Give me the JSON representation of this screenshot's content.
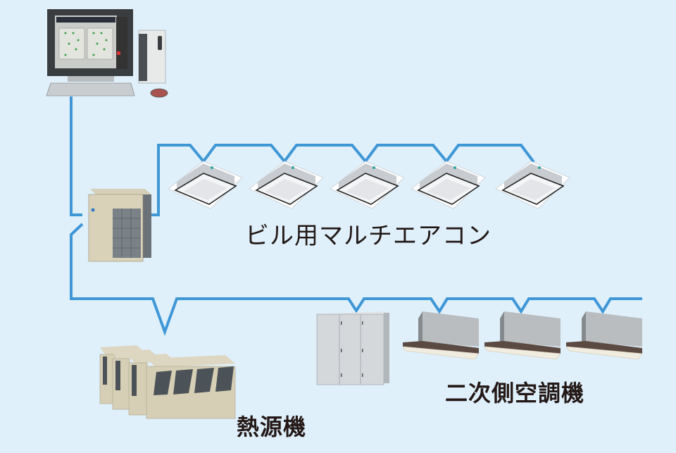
{
  "diagram": {
    "type": "building-hvac-system-diagram",
    "colors": {
      "background": "#dff0fb",
      "connection_line": "#3f97d6",
      "label_text": "#231815"
    },
    "nodes": {
      "central_controller": {
        "name": "central-monitoring-pc",
        "components": [
          "monitor",
          "pc-tower",
          "keyboard",
          "mouse"
        ]
      },
      "outdoor_unit": {
        "name": "multi-outdoor-unit"
      },
      "cassette_units": {
        "count": 5,
        "name": "ceiling-cassette-indoor-unit"
      },
      "ahu": {
        "name": "air-handling-unit"
      },
      "ceiling_units": {
        "count": 3,
        "name": "ceiling-concealed-indoor-unit"
      },
      "chillers": {
        "name": "heat-source-chiller-module"
      }
    },
    "labels": {
      "multi_aircon": "ビル用マルチエアコン",
      "secondary_ac": "二次側空調機",
      "heat_source": "熱源機"
    }
  }
}
